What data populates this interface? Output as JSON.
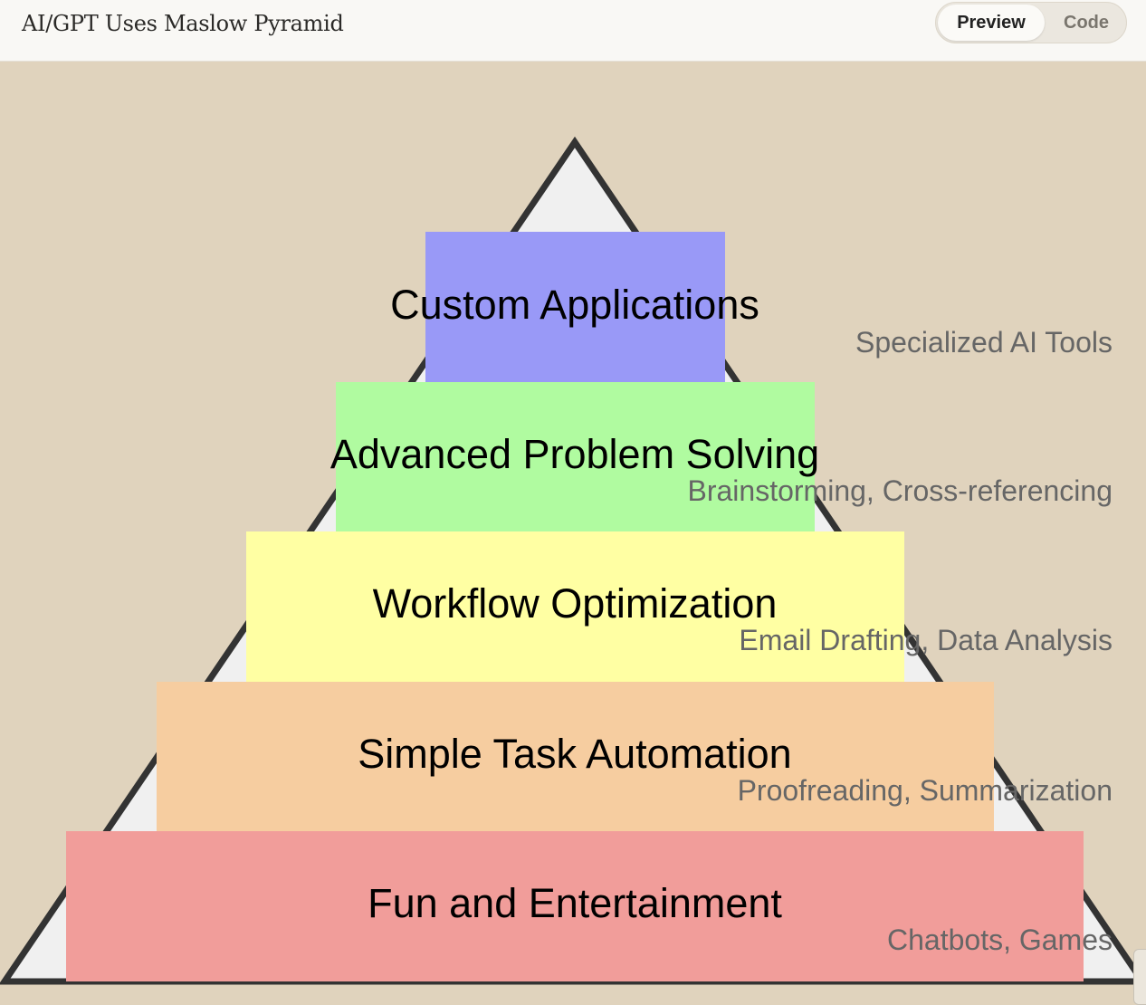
{
  "header": {
    "title": "AI/GPT Uses Maslow Pyramid",
    "tabs": [
      {
        "label": "Preview",
        "active": true
      },
      {
        "label": "Code",
        "active": false
      }
    ]
  },
  "pyramid": {
    "levels": [
      {
        "label": "Custom Applications",
        "examples": "Specialized AI Tools",
        "color": "#9999f7"
      },
      {
        "label": "Advanced Problem Solving",
        "examples": "Brainstorming, Cross-referencing",
        "color": "#b0fba0"
      },
      {
        "label": "Workflow Optimization",
        "examples": "Email Drafting, Data Analysis",
        "color": "#ffffa3"
      },
      {
        "label": "Simple Task Automation",
        "examples": "Proofreading, Summarization",
        "color": "#f6cda0"
      },
      {
        "label": "Fun and Entertainment",
        "examples": "Chatbots, Games",
        "color": "#f19d9a"
      }
    ],
    "outline_color": "#333333",
    "outline_fill": "#f0f0f0"
  },
  "colors": {
    "background": "#e0d3bd",
    "header_bg": "#f9f8f5"
  }
}
